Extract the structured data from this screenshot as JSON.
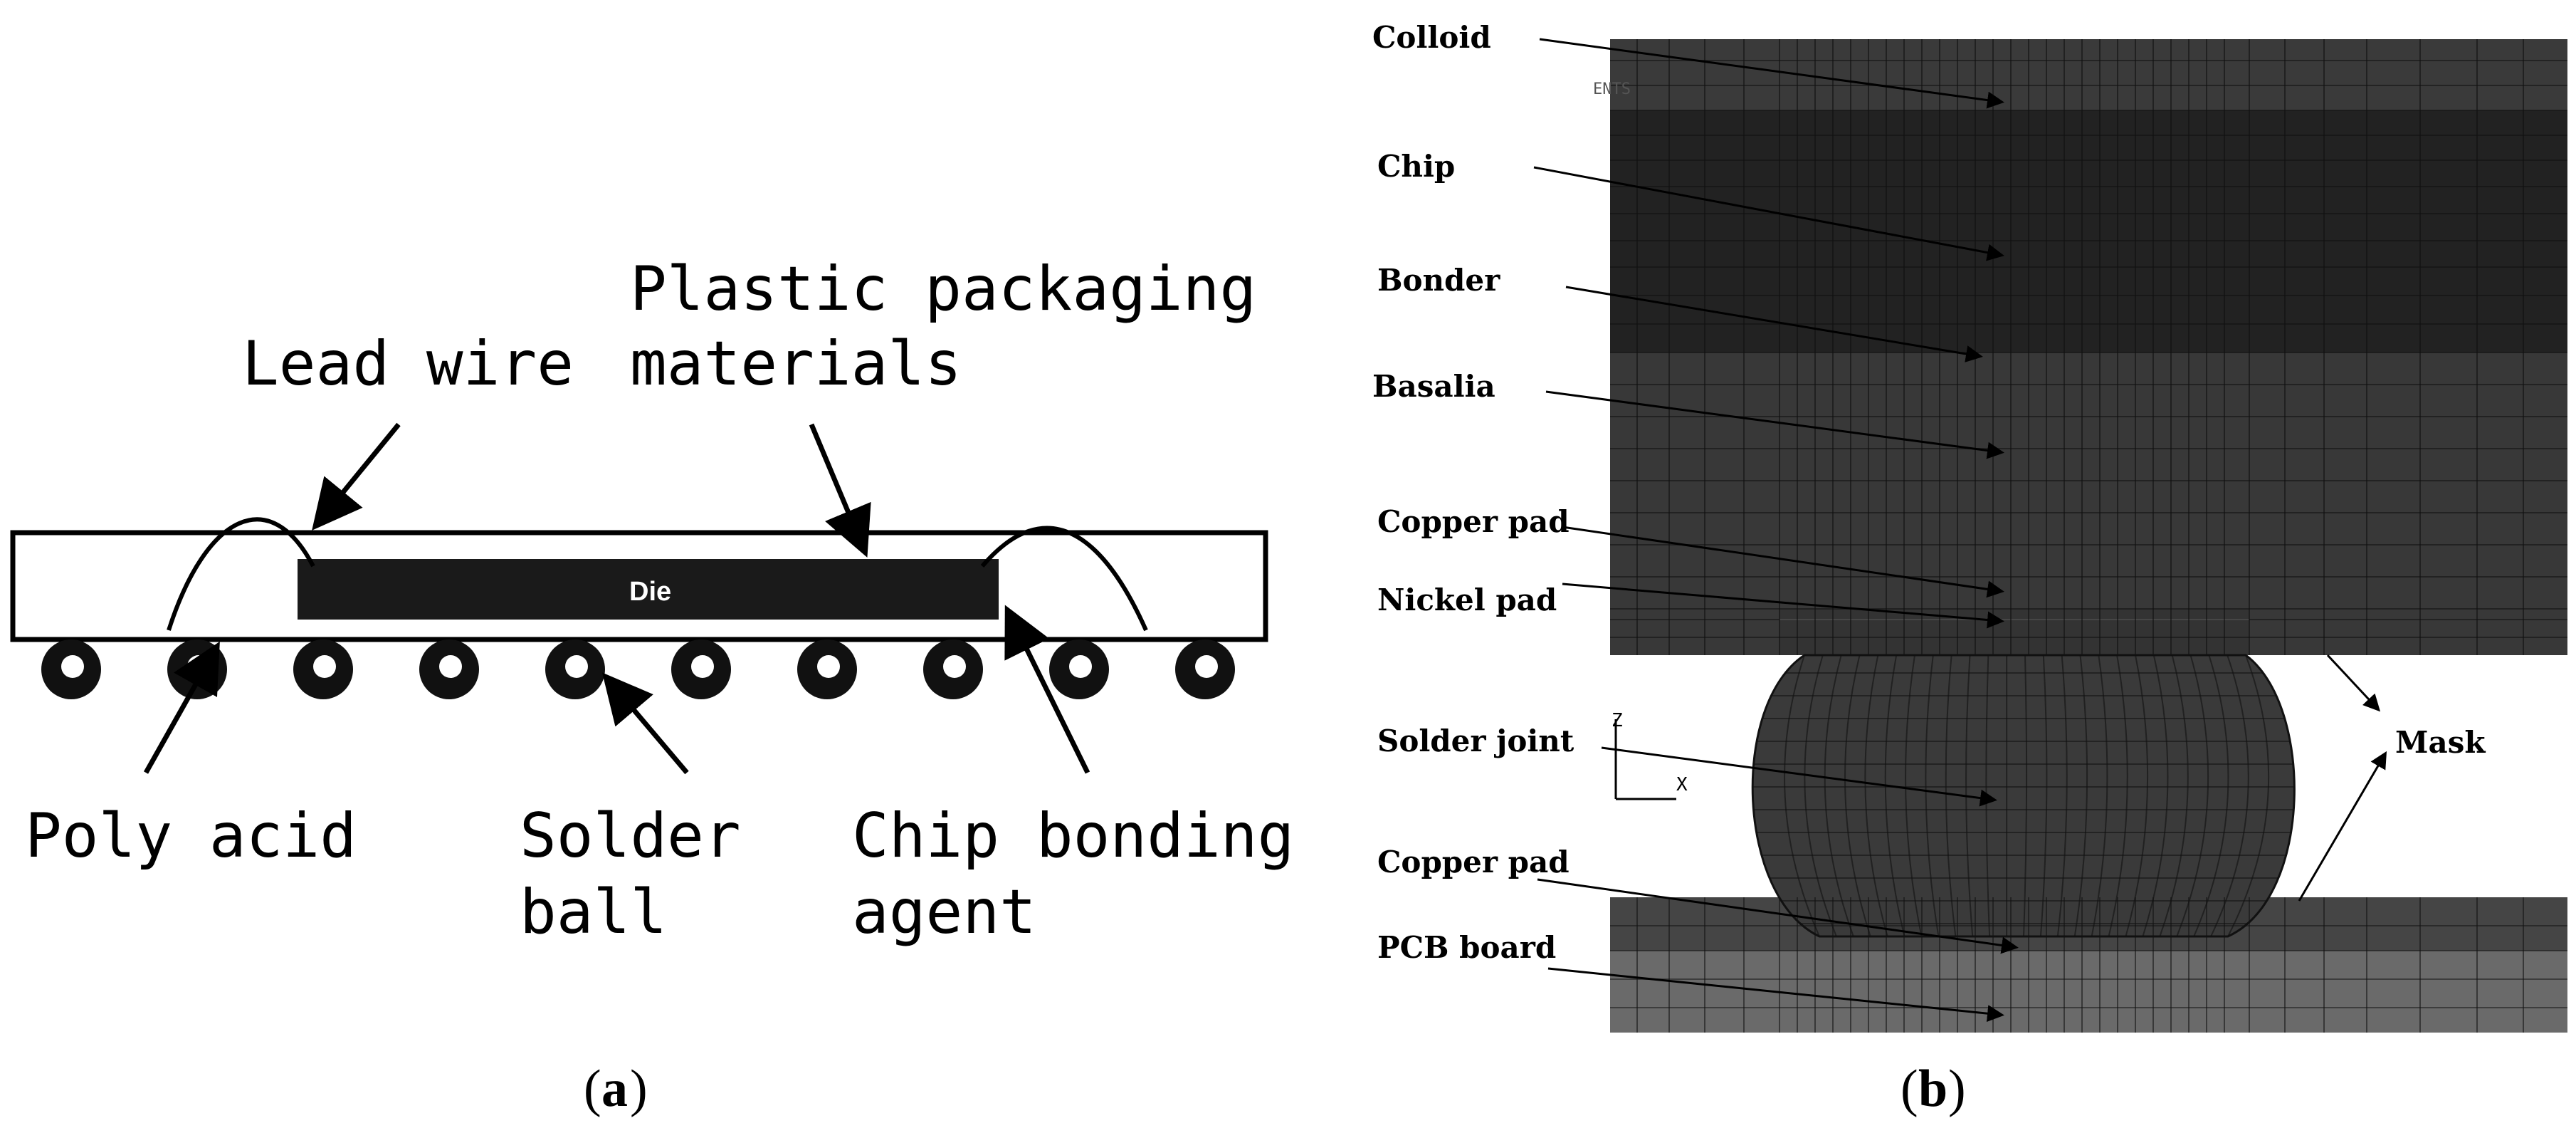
{
  "panel_a": {
    "labels": {
      "lead_wire": "Lead wire",
      "plastic_line1": "Plastic packaging",
      "plastic_line2": "materials",
      "die": "Die",
      "poly_acid": "Poly acid",
      "solder_line1": "Solder",
      "solder_line2": "ball",
      "chip_bonding_line1": "Chip bonding",
      "chip_bonding_line2": "agent"
    },
    "caption": {
      "open": "(",
      "letter": "a",
      "close": ")"
    }
  },
  "panel_b": {
    "labels": {
      "colloid": "Colloid",
      "chip": "Chip",
      "bonder": "Bonder",
      "basalia": "Basalia",
      "copper_pad_top": "Copper pad",
      "nickel_pad": "Nickel pad",
      "solder_joint": "Solder joint",
      "copper_pad_bottom": "Copper pad",
      "pcb_board": "PCB board",
      "mask": "Mask"
    },
    "mesh_tag": "ENTS",
    "axes": {
      "z": "Z",
      "x": "X"
    },
    "caption": {
      "open": "(",
      "letter": "b",
      "close": ")"
    },
    "colors": {
      "colloid": "#3a3a3a",
      "chip": "#222222",
      "basalia": "#383838",
      "solder": "#3a3a3a",
      "pcb_top": "#454545",
      "pcb_bottom": "#6a6a6a",
      "mesh_line": "#111111"
    }
  }
}
